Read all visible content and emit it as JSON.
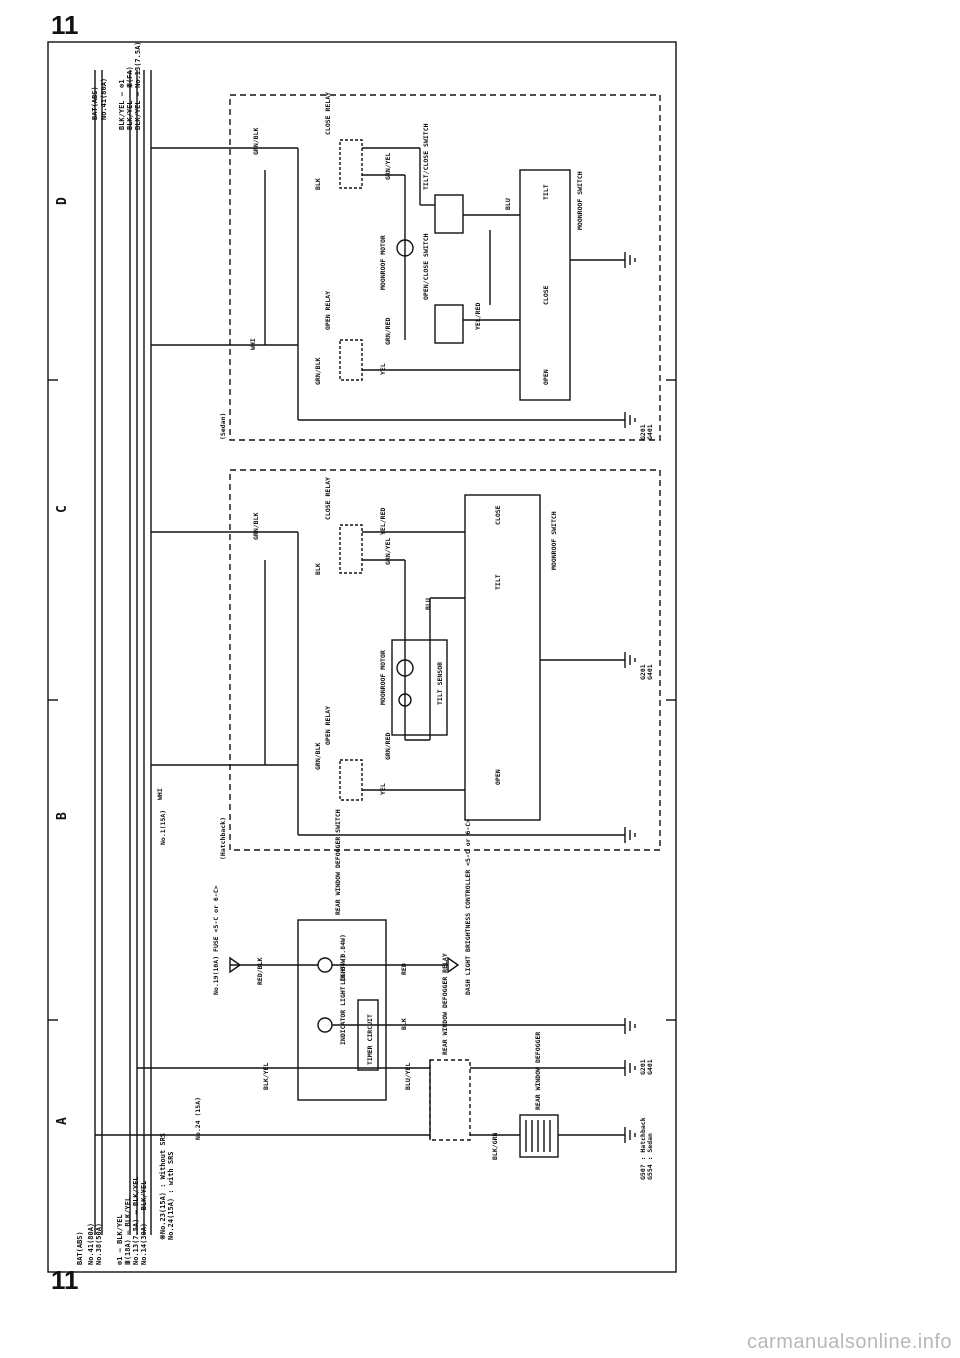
{
  "page": {
    "number": "11",
    "watermark": "carmanualsonline.info"
  },
  "grid": {
    "cols": [
      "A",
      "B",
      "C",
      "D"
    ]
  },
  "legend_left": {
    "bat_abs": "BAT(ABS)",
    "no41_80a": "No.41(80A)",
    "no38_50a": "No.38(50A)",
    "row_a": "⊗1 — BLK/YEL",
    "row_b": "Ⅲ(18A) — BLK/YEL",
    "row_c": "No.13(7.5A) — BLK/YEL",
    "row_d": "No.14(30A) — BLK/YEL",
    "note1": "※No.23(15A) : Without SRS",
    "note2": "No.24(15A) : with SRS"
  },
  "legend_right": {
    "bat_abs": "BAT(ABS)",
    "no41": "No.41(80A)",
    "row_a": "BLK/YEL — ⊗1",
    "row_b": "BLK/YEL — Ⅲ(FA)",
    "row_c": "BLK/YEL — No.13(7.5A)"
  },
  "defogger": {
    "fuse_24": "No.24 (15A)",
    "blk_yel": "BLK/YEL",
    "blu_yel": "BLU/YEL",
    "blk_grn": "BLK/GRN",
    "relay": "REAR WINDOW DEFOGGER RELAY",
    "heater": "REAR WINDOW DEFOGGER",
    "timer": "TIMER CIRCUIT",
    "indicator": "INDICATOR LIGHT (0.84W)",
    "light": "LIGHT (0.84W)",
    "switch": "REAR WINDOW DEFOGGER SWITCH",
    "fuse_19": "No.19(10A) FUSE <5-C or 6-C>",
    "red_blk": "RED/BLK",
    "red": "RED",
    "blk": "BLK",
    "dash": "DASH LIGHT BRIGHTNESS CONTROLLER <5-C or 6-C>",
    "g201": "G201",
    "g401": "G401",
    "g_note1": "G50? : Hatchback",
    "g_note2": "G554 : Sedan"
  },
  "hatchback": {
    "tag": "(Hatchback)",
    "fuse": "No.1(15A)",
    "whi": "WHI",
    "grn_blk": "GRN/BLK",
    "blk": "BLK",
    "grn_red": "GRN/RED",
    "yel": "YEL",
    "yel_red": "YEL/RED",
    "grn_yel": "GRN/YEL",
    "blu": "BLU",
    "open_relay": "OPEN RELAY",
    "close_relay": "CLOSE RELAY",
    "motor": "MOONROOF MOTOR",
    "sensor": "TILT SENSOR",
    "open": "OPEN",
    "tilt": "TILT",
    "close": "CLOSE",
    "switch": "MOONROOF SWITCH",
    "g201": "G201",
    "g401": "G401"
  },
  "sedan": {
    "tag": "(Sedan)",
    "whi": "WHI",
    "grn_blk": "GRN/BLK",
    "blk": "BLK",
    "grn_red": "GRN/RED",
    "yel": "YEL",
    "yel_red": "YEL/RED",
    "grn_yel": "GRN/YEL",
    "blu": "BLU",
    "open_relay": "OPEN RELAY",
    "close_relay": "CLOSE RELAY",
    "motor": "MOONROOF MOTOR",
    "oc_switch": "OPEN/CLOSE SWITCH",
    "tc_switch": "TILT/CLOSE SWITCH",
    "open": "OPEN",
    "tilt": "TILT",
    "close": "CLOSE",
    "switch": "MOONROOF SWITCH",
    "g201": "G201",
    "g401": "G401"
  },
  "colors": {
    "ink": "#111111",
    "watermark": "#b8b8b8",
    "paper": "#ffffff"
  }
}
